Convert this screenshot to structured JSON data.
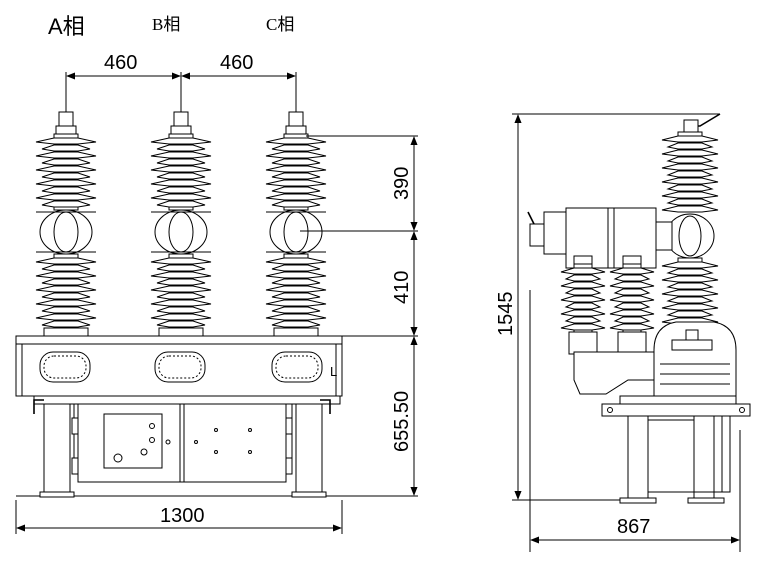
{
  "phases": {
    "a": "A相",
    "b": "B相",
    "c": "C相"
  },
  "front_view": {
    "spacing_ab": "460",
    "spacing_bc": "460",
    "upper_insulator_height": "390",
    "lower_insulator_height": "410",
    "base_height": "655.50",
    "total_width": "1300",
    "mark_l": "L"
  },
  "side_view": {
    "total_height": "1545",
    "depth": "867"
  }
}
